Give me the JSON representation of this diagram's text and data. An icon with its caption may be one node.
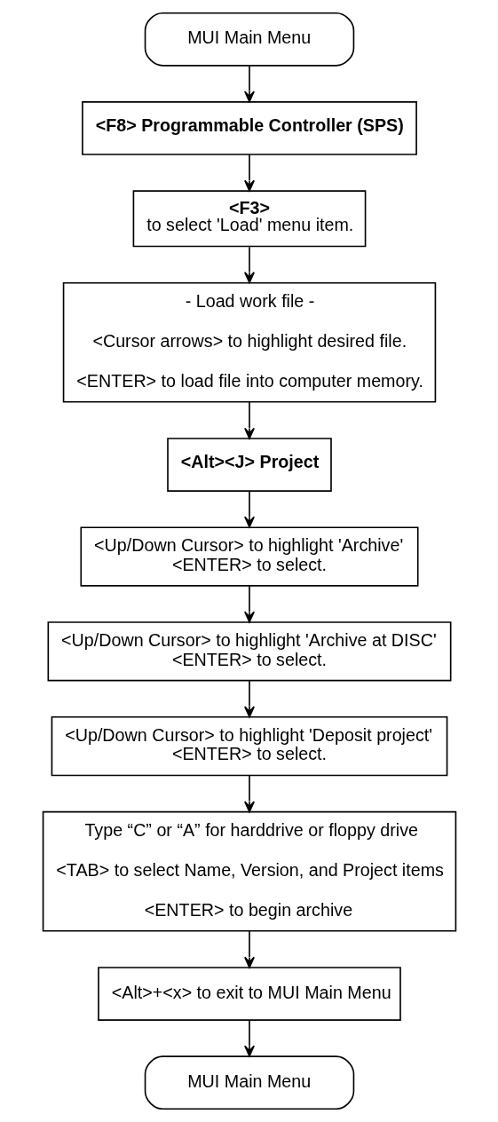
{
  "diagram": {
    "nodes": [
      {
        "text": [
          "MUI Main Menu"
        ]
      },
      {
        "text": [
          "<F8> Programmable Controller (SPS)"
        ]
      },
      {
        "text": [
          "<F3>",
          "to select 'Load' menu item."
        ]
      },
      {
        "text": [
          "- Load work file -",
          "<Cursor arrows> to highlight desired file.",
          "<ENTER> to load file into computer memory."
        ]
      },
      {
        "text": [
          "<Alt><J> Project"
        ]
      },
      {
        "text": [
          "<Up/Down Cursor> to highlight 'Archive'",
          "<ENTER> to select."
        ]
      },
      {
        "text": [
          "<Up/Down Cursor> to highlight 'Archive at DISC'",
          "<ENTER> to select."
        ]
      },
      {
        "text": [
          "<Up/Down Cursor> to highlight 'Deposit project'",
          "<ENTER> to select."
        ]
      },
      {
        "text": [
          "Type “C” or “A” for harddrive or floppy drive",
          "<TAB> to select Name, Version, and Project items",
          "<ENTER> to begin archive"
        ]
      },
      {
        "text": [
          "<Alt>+<x> to exit to MUI Main Menu"
        ]
      },
      {
        "text": [
          "MUI Main Menu"
        ]
      }
    ],
    "edges": [
      {
        "from": 0,
        "to": 1,
        "arrow": "to"
      },
      {
        "from": 1,
        "to": 2,
        "arrow": "to"
      },
      {
        "from": 2,
        "to": 3,
        "arrow": "to"
      },
      {
        "from": 3,
        "to": 4,
        "arrow": "to"
      },
      {
        "from": 4,
        "to": 5,
        "arrow": "to"
      },
      {
        "from": 5,
        "to": 6,
        "arrow": "to"
      },
      {
        "from": 6,
        "to": 7,
        "arrow": "to"
      },
      {
        "from": 7,
        "to": 8,
        "arrow": "to"
      },
      {
        "from": 8,
        "to": 9,
        "arrow": "to"
      },
      {
        "from": 9,
        "to": 10,
        "arrow": "to"
      }
    ]
  }
}
